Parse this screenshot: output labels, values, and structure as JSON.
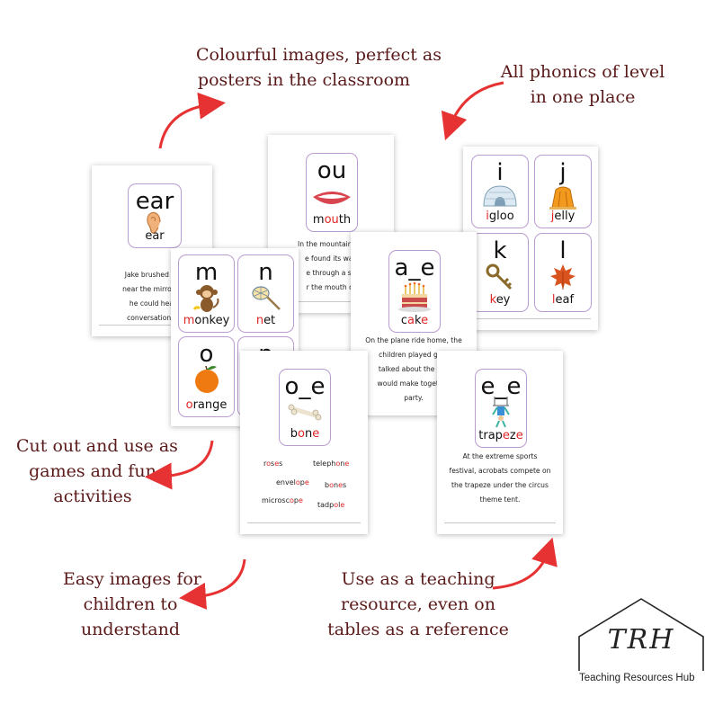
{
  "captions": {
    "top_center": [
      "Colourful images, perfect as",
      "posters in the classroom"
    ],
    "top_right": [
      "All phonics of level",
      "in one place"
    ],
    "mid_left": [
      "Cut out and use as",
      "games and fun",
      "activities"
    ],
    "bottom_left": [
      "Easy images for",
      "children to",
      "understand"
    ],
    "bottom_right": [
      "Use as a teaching",
      "resource, even on",
      "tables as a reference"
    ]
  },
  "sheets": {
    "ear": {
      "grapheme": "ear",
      "word": "ear",
      "word_red": "ear",
      "sentence_lines": [
        "Jake brushed his",
        "near the mirror to",
        "he could hear",
        "conversation cl"
      ]
    },
    "ou": {
      "grapheme": "ou",
      "word_pre": "m",
      "word_red": "ou",
      "word_post": "th",
      "sentence_lines": [
        "In the mountainous",
        "e found its way",
        "e through a sn",
        "r the mouth of"
      ]
    },
    "letters_ijkl": [
      {
        "letter": "i",
        "word_red": "i",
        "word_rest": "gloo",
        "icon": "igloo-icon"
      },
      {
        "letter": "j",
        "word_red": "j",
        "word_rest": "elly",
        "icon": "jelly-icon"
      },
      {
        "letter": "k",
        "word_red": "k",
        "word_rest": "ey",
        "icon": "key-icon"
      },
      {
        "letter": "l",
        "word_red": "l",
        "word_rest": "eaf",
        "icon": "leaf-icon"
      }
    ],
    "letters_mnop": [
      {
        "letter": "m",
        "word_red": "m",
        "word_rest": "onkey",
        "icon": "monkey-icon"
      },
      {
        "letter": "n",
        "word_red": "n",
        "word_rest": "et",
        "icon": "net-icon"
      },
      {
        "letter": "o",
        "word_red": "o",
        "word_rest": "range",
        "icon": "orange-icon"
      },
      {
        "letter": "p",
        "word_red": "",
        "word_rest": "",
        "icon": ""
      }
    ],
    "a_e": {
      "grapheme": "a_e",
      "word_pre": "c",
      "word_red": "a",
      "word_mid": "k",
      "word_red2": "e",
      "sentence_lines": [
        "On the plane ride home, the",
        "children played gam",
        "talked about the cak",
        "would make together",
        "party."
      ]
    },
    "o_e": {
      "grapheme": "o_e",
      "word_pre": "b",
      "word_red": "o",
      "word_mid": "n",
      "word_red2": "e",
      "words": [
        {
          "pre": "r",
          "red": "o",
          "mid": "s",
          "red2": "e",
          "post": "s"
        },
        {
          "pre": "teleph",
          "red": "o",
          "mid": "n",
          "red2": "e",
          "post": ""
        },
        {
          "pre": "envel",
          "red": "o",
          "mid": "p",
          "red2": "e",
          "post": ""
        },
        {
          "pre": "b",
          "red": "o",
          "mid": "n",
          "red2": "e",
          "post": "s"
        },
        {
          "pre": "microsc",
          "red": "o",
          "mid": "p",
          "red2": "e",
          "post": ""
        },
        {
          "pre": "tadp",
          "red": "o",
          "mid": "l",
          "red2": "e",
          "post": ""
        }
      ]
    },
    "e_e": {
      "grapheme": "e_e",
      "word_pre": "trap",
      "word_red": "e",
      "word_mid": "z",
      "word_red2": "e",
      "sentence_lines": [
        "At the extreme sports",
        "festival, acrobats compete on",
        "the trapeze under the circus",
        "theme tent."
      ]
    }
  },
  "logo": {
    "initials": "TRH",
    "name": "Teaching Resources Hub"
  },
  "colors": {
    "caption": "#5a1a1a",
    "arrow": "#e63232",
    "highlight": "#e02525",
    "card_border": "#b99cd0"
  }
}
